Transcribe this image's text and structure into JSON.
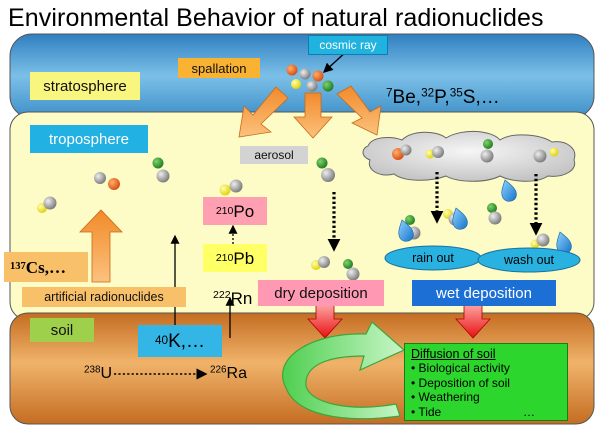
{
  "title": "Environmental Behavior of natural radionuclides",
  "layers": {
    "stratosphere": "stratosphere",
    "troposphere": "troposphere",
    "soil": "soil"
  },
  "labels": {
    "cosmic_ray": "cosmic ray",
    "spallation": "spallation",
    "aerosol": "aerosol",
    "artificial_radionuclides": "artificial radionuclides",
    "rain_out": "rain out",
    "wash_out": "wash out",
    "dry_deposition": "dry deposition",
    "wet_deposition": "wet deposition"
  },
  "nuclides": {
    "cosmogenic": {
      "be_mass": "7",
      "be": "Be,",
      "p_mass": "32",
      "p": "P,",
      "s_mass": "35",
      "s": "S,…"
    },
    "cs": {
      "mass": "137",
      "symbol": "Cs,…"
    },
    "po210": {
      "mass": "210",
      "symbol": "Po"
    },
    "pb210": {
      "mass": "210",
      "symbol": "Pb"
    },
    "rn222": {
      "mass": "222",
      "symbol": "Rn"
    },
    "k40": {
      "mass": "40",
      "symbol": "K,…"
    },
    "u238": {
      "mass": "238",
      "symbol": "U"
    },
    "ra226": {
      "mass": "226",
      "symbol": "Ra"
    }
  },
  "diffusion_box": {
    "heading": "Diffusion of soil",
    "items": [
      "Biological activity",
      "Deposition of soil",
      "Weathering",
      "Tide"
    ],
    "ellipsis": "…"
  },
  "colors": {
    "stratosphere": "#3d8fc8",
    "troposphere": "#fdfbc6",
    "soil": "#d27d2c",
    "cosmic_ray_box": "#21b3e0",
    "spallation_box": "#f9b232",
    "stratosphere_tag": "#f9f680",
    "troposphere_tag": "#22b1e3",
    "aerosol_tag": "#d3d3d3",
    "po_box": "#ff9fb2",
    "pb_box": "#ffff66",
    "cs_box": "#f9c06a",
    "soil_tag": "#9ed04b",
    "k_box": "#33b5e5",
    "dry_box": "#ff99b3",
    "wet_box": "#1b6fd5",
    "ellipse": "#29b2e0",
    "diffusion_box": "#2cd62c",
    "orange_arrow": "#f7a347",
    "red_arrow": "#ff3333",
    "green_arrow": "#90e890"
  }
}
